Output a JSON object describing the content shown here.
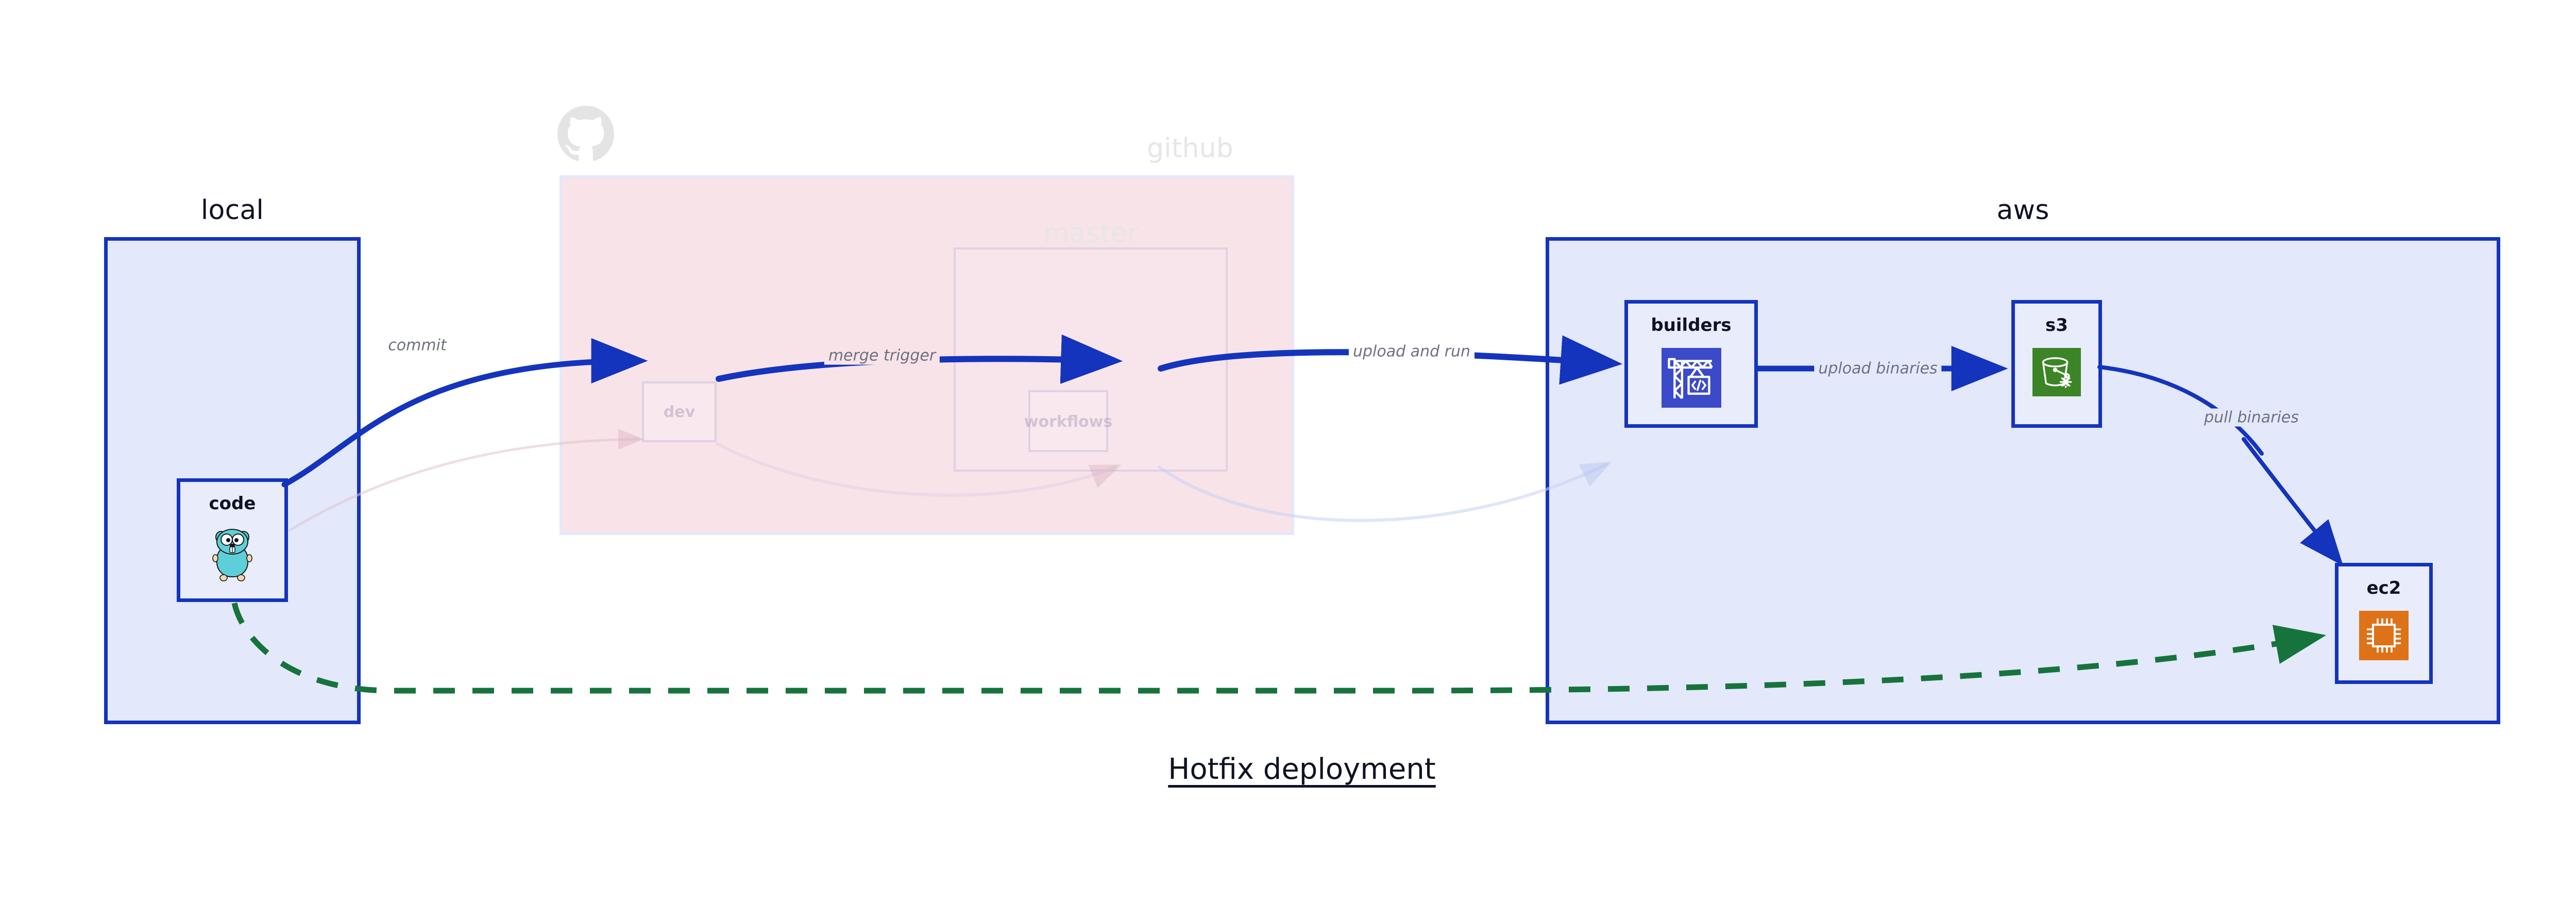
{
  "caption": "Hotfix deployment",
  "groups": {
    "local": {
      "title": "local"
    },
    "github": {
      "title": "github",
      "logo": "github-octocat-logo"
    },
    "aws": {
      "title": "aws"
    }
  },
  "github_inner": {
    "master": {
      "title": "master"
    },
    "dev": {
      "label": "dev"
    },
    "workflows": {
      "label": "workflows"
    }
  },
  "nodes": {
    "code": {
      "label": "code",
      "icon": "go-gopher-icon"
    },
    "builders": {
      "label": "builders",
      "icon": "crane-code-icon",
      "icon_color": "#3b4ac9"
    },
    "s3": {
      "label": "s3",
      "icon": "s3-bucket-glacier-icon",
      "icon_color": "#3c8527"
    },
    "ec2": {
      "label": "ec2",
      "icon": "cpu-chip-icon",
      "icon_color": "#dd7219"
    }
  },
  "edges": {
    "commit": {
      "label": "commit"
    },
    "merge_trigger": {
      "label": "merge trigger"
    },
    "upload_and_run": {
      "label": "upload and run"
    },
    "upload_binaries": {
      "label": "upload binaries"
    },
    "pull_binaries": {
      "label": "pull binaries"
    },
    "hotfix_direct": {
      "label": ""
    }
  },
  "colors": {
    "accent_blue": "#1434bd",
    "group_blue_fill": "#e3e8fb",
    "github_pink_fill": "#f8e3e9",
    "hotfix_green": "#17733c",
    "label_gray": "#6e7180"
  }
}
